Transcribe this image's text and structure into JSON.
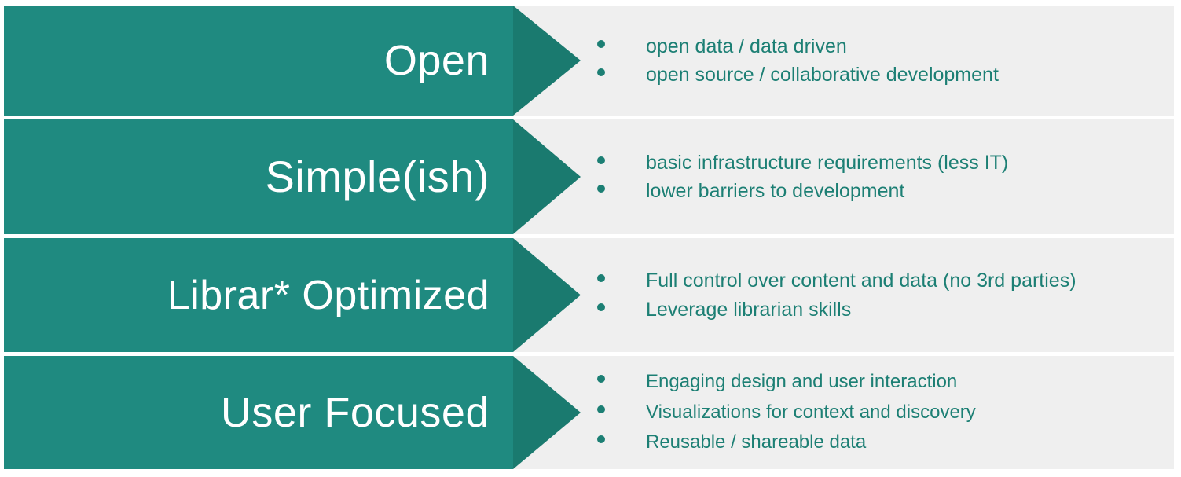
{
  "colors": {
    "bar_body": "#1f8a80",
    "bar_head": "#1a7a6f",
    "panel": "#efefef",
    "heading_text": "#ffffff",
    "bullet_text": "#1c7f74",
    "page_background": "#ffffff"
  },
  "rows": [
    {
      "heading": "Open",
      "bullets": [
        "open data / data driven",
        "open source / collaborative development"
      ]
    },
    {
      "heading": "Simple(ish)",
      "bullets": [
        "basic infrastructure requirements (less IT)",
        "lower barriers to development"
      ]
    },
    {
      "heading": "Librar* Optimized",
      "bullets": [
        "Full control over content and data (no 3rd parties)",
        "Leverage librarian skills"
      ]
    },
    {
      "heading": "User Focused",
      "bullets": [
        "Engaging design and user interaction",
        "Visualizations for context and discovery",
        "Reusable / shareable data"
      ]
    }
  ]
}
